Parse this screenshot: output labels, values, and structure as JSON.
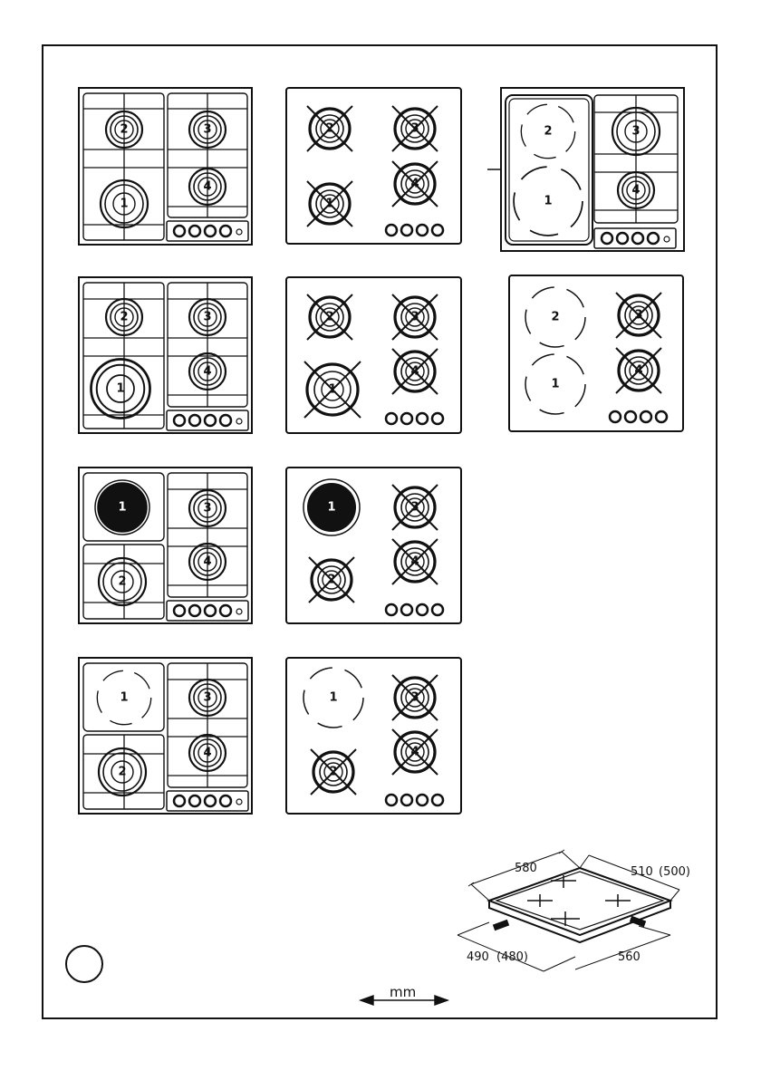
{
  "burner_labels": {
    "one": "1",
    "two": "2",
    "three": "3",
    "four": "4"
  },
  "dimensions": {
    "width_top": "580",
    "depth_top": "510",
    "depth_top_alt": "(500)",
    "cutout_depth": "490",
    "cutout_depth_alt": "(480)",
    "cutout_width": "560"
  },
  "unit_label": "mm"
}
